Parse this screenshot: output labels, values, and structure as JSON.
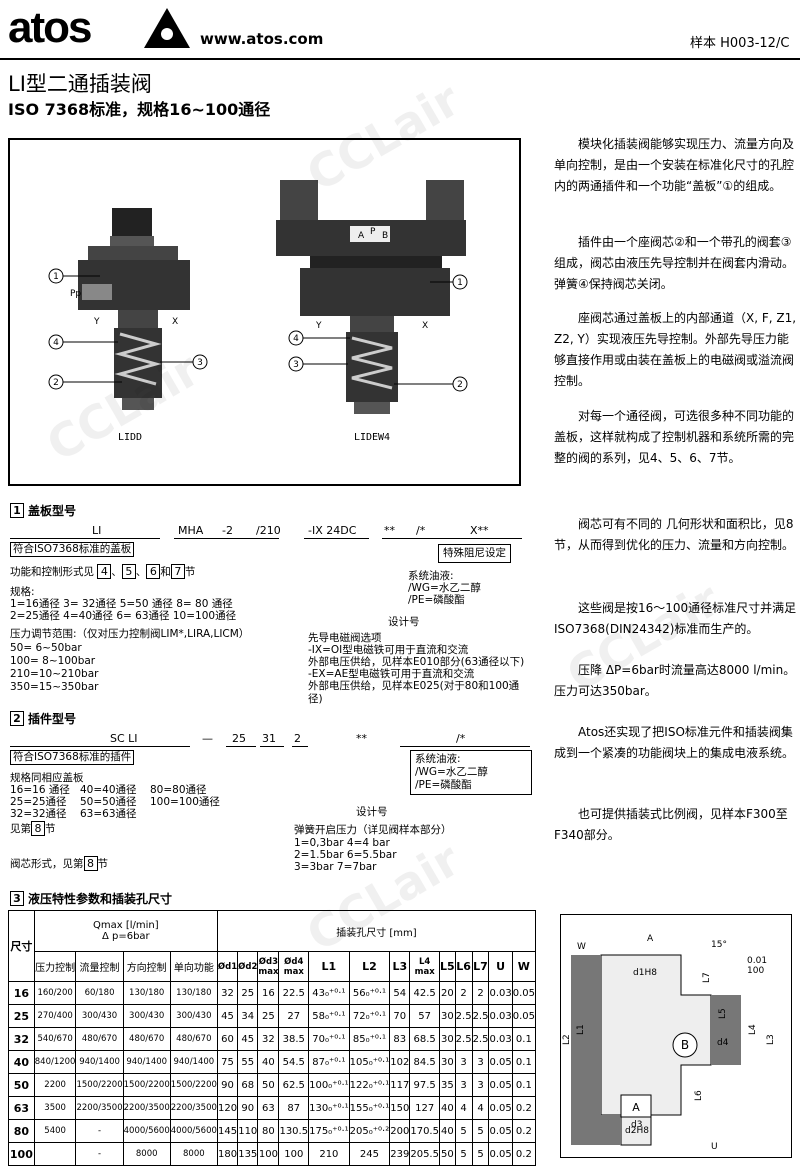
{
  "header": {
    "logo": "atos",
    "url": "www.atos.com",
    "sample_no": "样本 H003-12/C"
  },
  "title": "LI型二通插装阀",
  "subtitle": "ISO 7368标准，规格16~100通径",
  "figure": {
    "left_caption": "LIDD",
    "right_caption": "LIDEW4",
    "pp_label": "Pp",
    "y_label": "Y",
    "x_label": "X",
    "a_label": "A",
    "p_label": "P",
    "b_label": "B",
    "callouts": [
      "1",
      "2",
      "3",
      "4"
    ]
  },
  "paragraphs": [
    "模块化插装阀能够实现压力、流量方向及单向控制，是由一个安装在标准化尺寸的孔腔内的两通插件和一个功能“盖板”①的组成。",
    "插件由一个座阀芯②和一个带孔的阀套③组成，阀芯由液压先导控制并在阀套内滑动。弹簧④保持阀芯关闭。",
    "座阀芯通过盖板上的内部通道（X, F, Z1, Z2, Y）实现液压先导控制。外部先导压力能够直接作用或由装在盖板上的电磁阀或溢流阀控制。",
    "对每一个通径阀，可选很多种不同功能的盖板，这样就构成了控制机器和系统所需的完整的阀的系列，见4、5、6、7节。",
    "阀芯可有不同的 几何形状和面积比，见8节，从而得到优化的压力、流量和方向控制。",
    "这些阀是按16～100通径标准尺寸并满足ISO7368(DIN24342)标准而生产的。",
    "压降 ΔP=6bar时流量高达8000 l/min。压力可达350bar。",
    "Atos还实现了把ISO标准元件和插装阀集成到一个紧凑的功能阀块上的集成电液系统。",
    "也可提供插装式比例阀，见样本F300至F340部分。"
  ],
  "section1": {
    "num": "1",
    "title": "盖板型号",
    "code_parts": [
      "LI",
      "MHA",
      "-2",
      "/210",
      "-IX 24DC",
      "**",
      "/*",
      "X**"
    ],
    "box_iso": "符合ISO7368标准的盖板",
    "func_line": "功能和控制形式见",
    "func_refs": [
      "4",
      "5",
      "6",
      "7"
    ],
    "and": "和",
    "sec": "节",
    "size_title": "规格:",
    "size_lines": [
      "1=16通径 3= 32通径 5=50 通径 8= 80 通径",
      "2=25通径 4=40通径 6= 63通径 10=100通径"
    ],
    "pressure_title": "压力调节范围:（仅对压力控制阀LIM*,LIRA,LICM）",
    "pressure_lines": [
      "50= 6~50bar",
      "100= 8~100bar",
      "210=10~210bar",
      "350=15~350bar"
    ],
    "damping": "特殊阻尼设定",
    "fluid_title": "系统油液:",
    "fluid_lines": [
      "/WG=水乙二醇",
      "/PE=磷酸酯"
    ],
    "design": "设计号",
    "solenoid_lines": [
      "先导电磁阀选项",
      "-IX=OI型电磁铁可用于直流和交流",
      "外部电压供给，见样本E010部分(63通径以下)",
      "-EX=AE型电磁铁可用于直流和交流",
      "外部电压供给，见样本E025(对于80和100通径)"
    ]
  },
  "section2": {
    "num": "2",
    "title": "插件型号",
    "code_parts": [
      "SC LI",
      "—",
      "25",
      "31",
      "2",
      "**",
      "/*"
    ],
    "box_iso": "符合ISO7368标准的插件",
    "size_title": "规格同相应盖板",
    "size_lines": [
      [
        "16=16 通径",
        "40=40通径",
        "80=80通径"
      ],
      [
        "25=25通径",
        "50=50通径",
        "100=100通径"
      ],
      [
        "32=32通径",
        "63=63通径",
        ""
      ]
    ],
    "see": "见第",
    "see_ref": "8",
    "sec": "节",
    "spool_form": "阀芯形式，见第",
    "spool_ref": "8",
    "spool_sec": "节",
    "fluid_title": "系统油液:",
    "fluid_lines": [
      "/WG=水乙二醇",
      "/PE=磷酸酯"
    ],
    "design": "设计号",
    "spring_title": "弹簧开启压力（详见阀样本部分）",
    "spring_lines": [
      "1=0,3bar  4=4  bar",
      "2=1.5bar  6=5.5bar",
      "3=3bar   7=7bar"
    ]
  },
  "section3": {
    "num": "3",
    "title": "液压特性参数和插装孔尺寸",
    "head_size": "尺寸",
    "head_qmax": "Qmax [l/min]",
    "head_dp": "Δ p=6bar",
    "head_cavity": "插装孔尺寸 [mm]",
    "sub_heads": [
      "压力控制",
      "流量控制",
      "方向控制",
      "单向功能"
    ],
    "dim_heads": [
      "Ød1",
      "Ød2",
      "Ød3 max",
      "Ød4 max",
      "L1",
      "L2",
      "L3",
      "L4 max",
      "L5",
      "L6",
      "L7",
      "U",
      "W"
    ],
    "rows": [
      [
        "16",
        "160/200",
        "60/180",
        "130/180",
        "130/180",
        "32",
        "25",
        "16",
        "22.5",
        "43₀⁺⁰·¹",
        "56₀⁺⁰·¹",
        "54",
        "42.5",
        "20",
        "2",
        "2",
        "0.03",
        "0.05"
      ],
      [
        "25",
        "270/400",
        "300/430",
        "300/430",
        "300/430",
        "45",
        "34",
        "25",
        "27",
        "58₀⁺⁰·¹",
        "72₀⁺⁰·¹",
        "70",
        "57",
        "30",
        "2.5",
        "2.5",
        "0.03",
        "0.05"
      ],
      [
        "32",
        "540/670",
        "480/670",
        "480/670",
        "480/670",
        "60",
        "45",
        "32",
        "38.5",
        "70₀⁺⁰·¹",
        "85₀⁺⁰·¹",
        "83",
        "68.5",
        "30",
        "2.5",
        "2.5",
        "0.03",
        "0.1"
      ],
      [
        "40",
        "840/1200",
        "940/1400",
        "940/1400",
        "940/1400",
        "75",
        "55",
        "40",
        "54.5",
        "87₀⁺⁰·¹",
        "105₀⁺⁰·¹",
        "102",
        "84.5",
        "30",
        "3",
        "3",
        "0.05",
        "0.1"
      ],
      [
        "50",
        "2200",
        "1500/2200",
        "1500/2200",
        "1500/2200",
        "90",
        "68",
        "50",
        "62.5",
        "100₀⁺⁰·¹",
        "122₀⁺⁰·¹",
        "117",
        "97.5",
        "35",
        "3",
        "3",
        "0.05",
        "0.1"
      ],
      [
        "63",
        "3500",
        "2200/3500",
        "2200/3500",
        "2200/3500",
        "120",
        "90",
        "63",
        "87",
        "130₀⁺⁰·¹",
        "155₀⁺⁰·¹",
        "150",
        "127",
        "40",
        "4",
        "4",
        "0.05",
        "0.2"
      ],
      [
        "80",
        "5400",
        "-",
        "4000/5600",
        "4000/5600",
        "145",
        "110",
        "80",
        "130.5",
        "175₀⁺⁰·¹",
        "205₀⁺⁰·²",
        "200",
        "170.5",
        "40",
        "5",
        "5",
        "0.05",
        "0.2"
      ],
      [
        "100",
        "",
        "-",
        "8000",
        "8000",
        "180",
        "135",
        "100",
        "100",
        "210",
        "245",
        "239",
        "205.5",
        "50",
        "5",
        "5",
        "0.05",
        "0.2"
      ]
    ],
    "drawing_labels": {
      "a": "A",
      "b": "B",
      "d1": "d1H8",
      "d2": "d2H8",
      "d3": "d3",
      "d4": "d4",
      "l1": "L1",
      "l2": "L2",
      "l3": "L3",
      "l4": "L4",
      "l5": "L5",
      "l6": "L6",
      "l7": "L7",
      "w": "W",
      "u": "U",
      "ang15": "15°",
      "tol1": "0.01",
      "tol2": "100"
    }
  },
  "watermark": "CCLair"
}
